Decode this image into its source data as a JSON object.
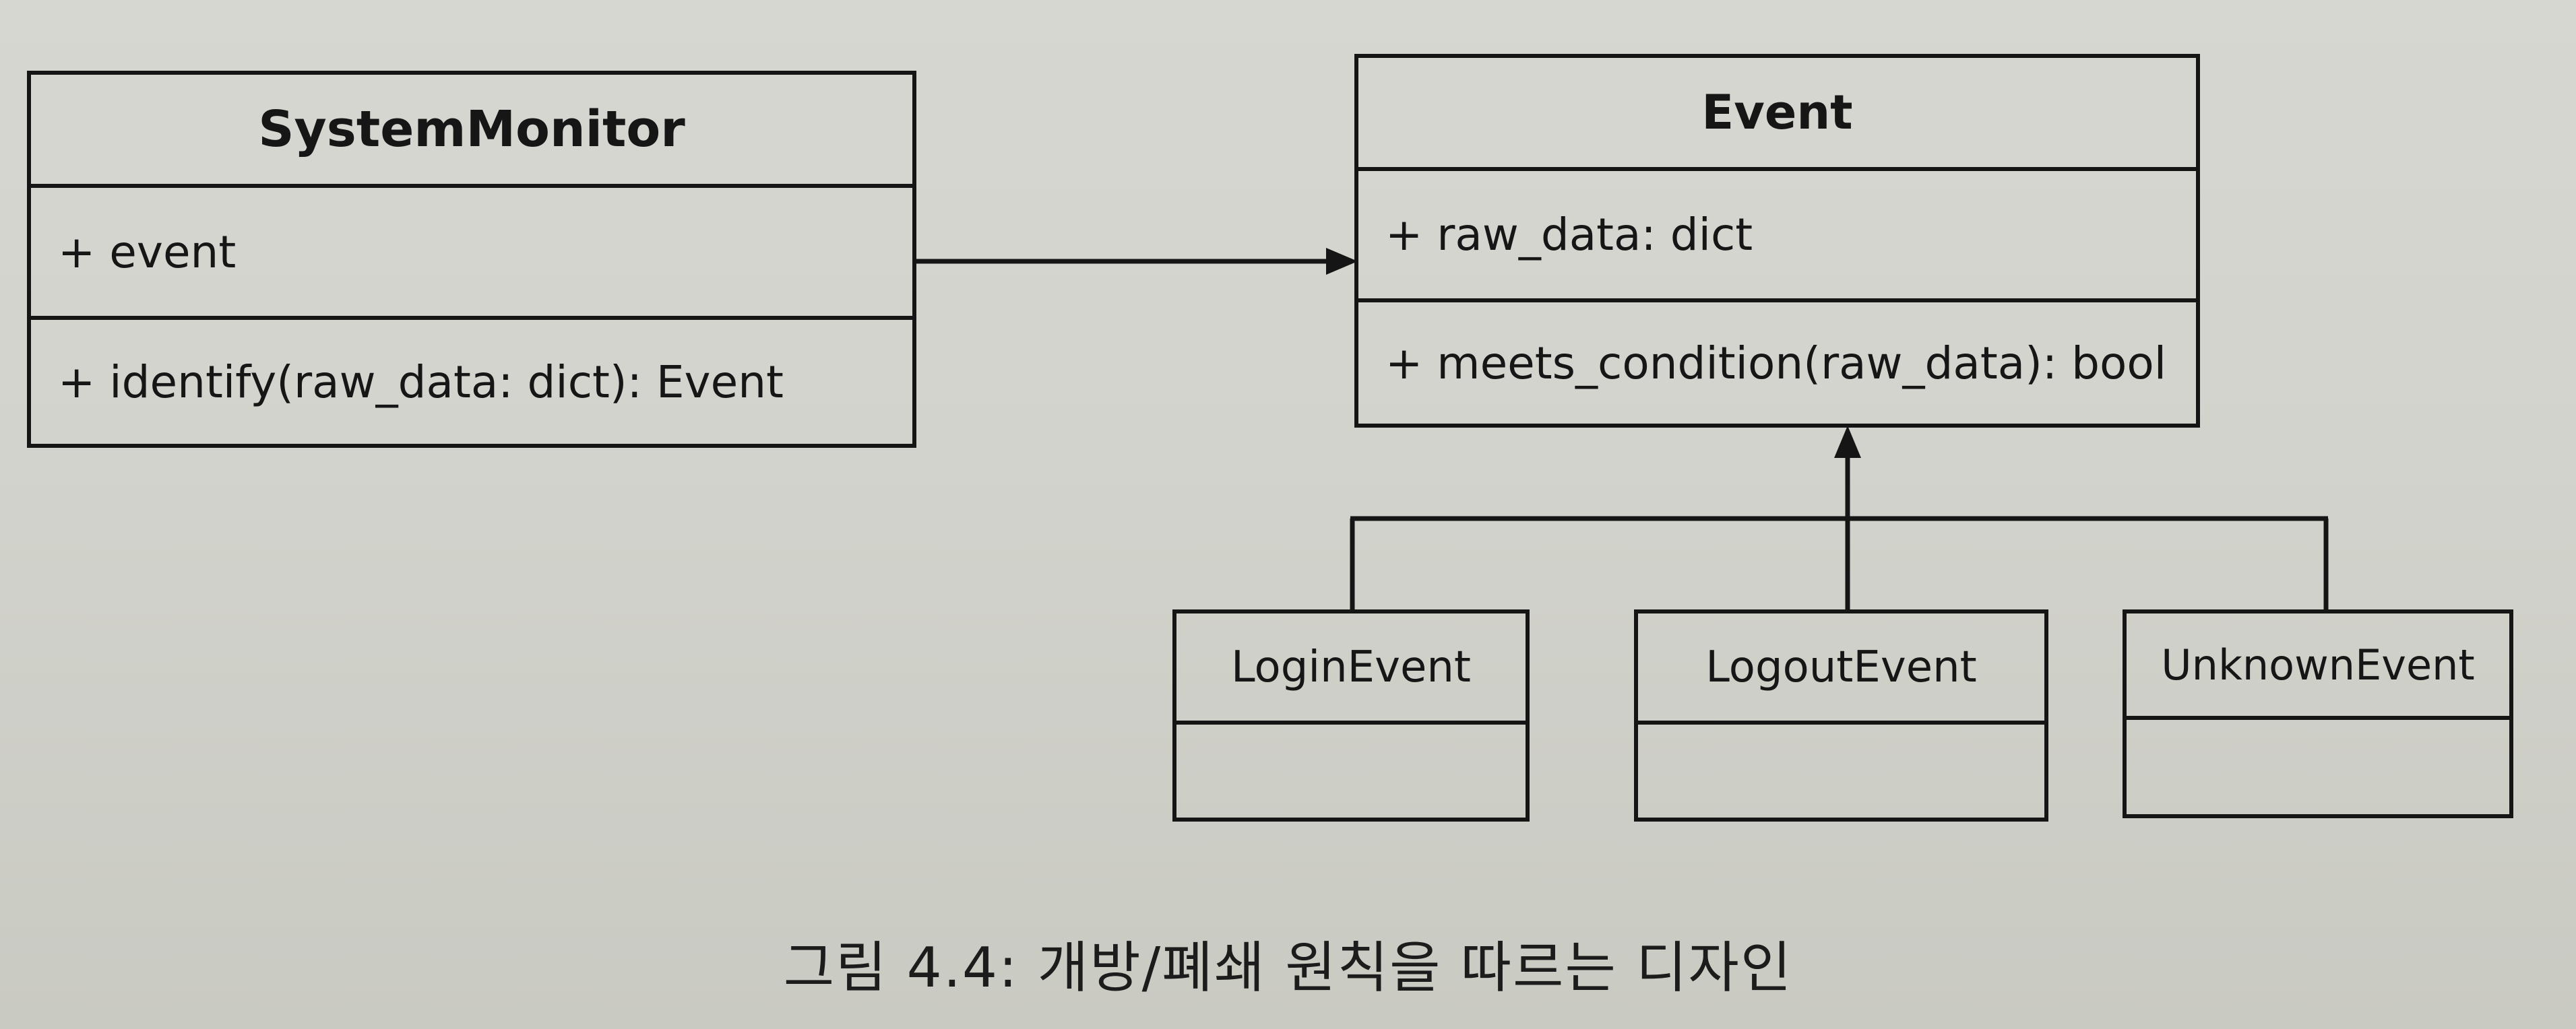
{
  "classes": {
    "system_monitor": {
      "name": "SystemMonitor",
      "attributes": [
        "+ event"
      ],
      "operations": [
        "+ identify(raw_data: dict): Event"
      ]
    },
    "event": {
      "name": "Event",
      "attributes": [
        "+ raw_data: dict"
      ],
      "operations": [
        "+ meets_condition(raw_data): bool"
      ]
    },
    "login_event": {
      "name": "LoginEvent"
    },
    "logout_event": {
      "name": "LogoutEvent"
    },
    "unknown_event": {
      "name": "UnknownEvent"
    }
  },
  "caption": "그림 4.4: 개방/폐쇄 원칙을 따르는 디자인"
}
